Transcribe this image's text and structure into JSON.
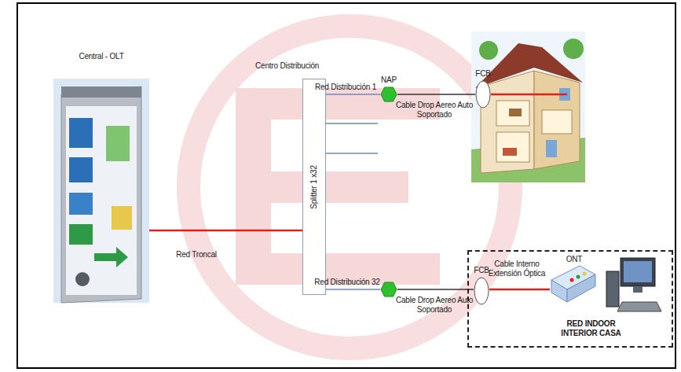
{
  "diagram": {
    "nodes": [
      {
        "text": [
          "Central - OLT"
        ]
      },
      {
        "text": [
          "Centro Distribución",
          "Splitter 1 x32"
        ]
      },
      {
        "text": [
          "NAP"
        ]
      },
      {
        "text": [
          "FCB"
        ]
      },
      {
        "text": []
      },
      {
        "text": [
          "RED INDOOR INTERIOR CASA"
        ]
      },
      {
        "text": [
          "FCB"
        ],
        "in": 5
      },
      {
        "text": [
          "ONT"
        ],
        "in": 5
      }
    ],
    "edges": [
      {
        "from": 0,
        "to": 1,
        "label": "Red Troncal",
        "arrow": "none"
      },
      {
        "from": 1,
        "to": 2,
        "label": "Red Distribución 1",
        "arrow": "none"
      },
      {
        "from": 1,
        "to": 4,
        "label": "Red Distribución 32",
        "arrow": "none"
      },
      {
        "from": 2,
        "to": 3,
        "label": "Cable Drop Aereo Auto Soportado",
        "arrow": "none"
      },
      {
        "from": 4,
        "to": 6,
        "label": "Cable Drop Aereo Auto Soportado",
        "arrow": "none"
      },
      {
        "from": 6,
        "to": 7,
        "label": "Cable Interno Extensión Óptica",
        "arrow": "none"
      }
    ]
  }
}
